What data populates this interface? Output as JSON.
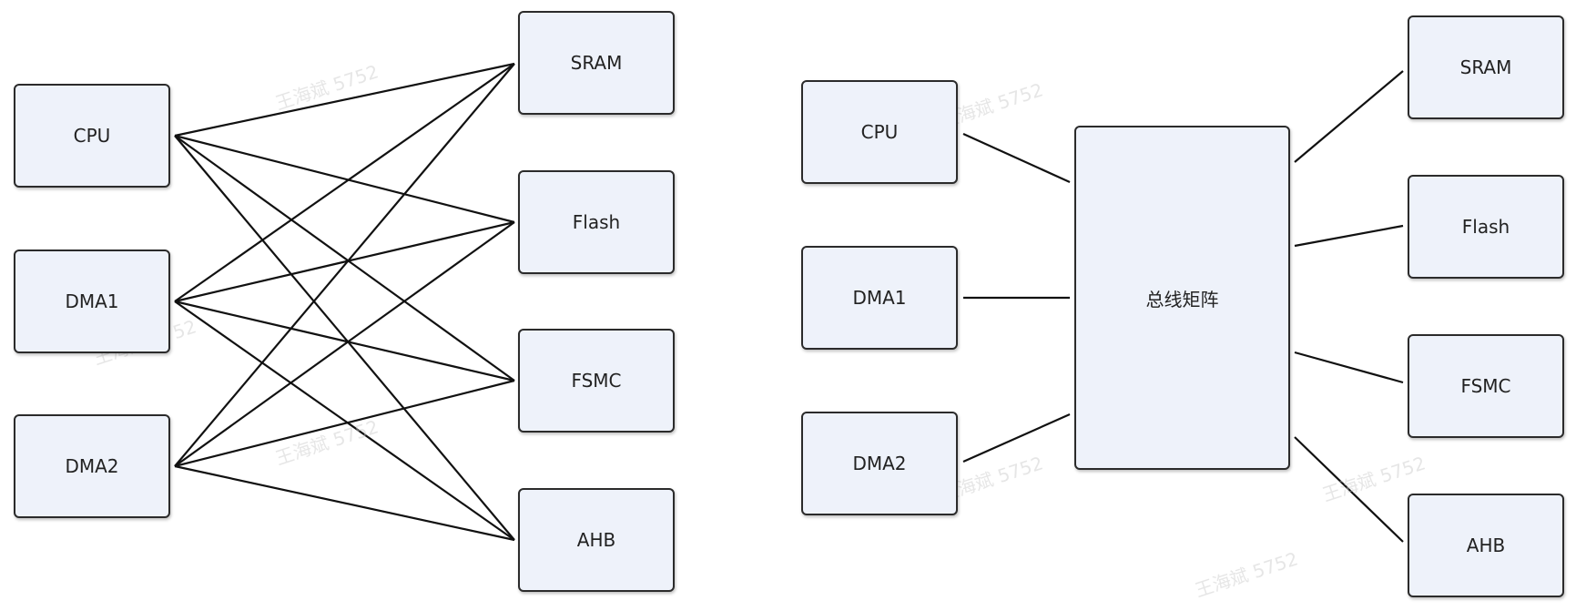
{
  "left_diagram": {
    "masters": [
      {
        "id": "cpu",
        "label": "CPU"
      },
      {
        "id": "dma1",
        "label": "DMA1"
      },
      {
        "id": "dma2",
        "label": "DMA2"
      }
    ],
    "slaves": [
      {
        "id": "sram",
        "label": "SRAM"
      },
      {
        "id": "flash",
        "label": "Flash"
      },
      {
        "id": "fsmc",
        "label": "FSMC"
      },
      {
        "id": "ahb",
        "label": "AHB"
      }
    ],
    "connections": "all-to-all"
  },
  "right_diagram": {
    "masters": [
      {
        "id": "cpu",
        "label": "CPU"
      },
      {
        "id": "dma1",
        "label": "DMA1"
      },
      {
        "id": "dma2",
        "label": "DMA2"
      }
    ],
    "bus": {
      "label": "总线矩阵"
    },
    "slaves": [
      {
        "id": "sram",
        "label": "SRAM"
      },
      {
        "id": "flash",
        "label": "Flash"
      },
      {
        "id": "fsmc",
        "label": "FSMC"
      },
      {
        "id": "ahb",
        "label": "AHB"
      }
    ]
  },
  "watermark": "王海斌 5752",
  "colors": {
    "box_fill": "#eef2fa",
    "box_border": "#2b2b2b",
    "line": "#111111"
  }
}
